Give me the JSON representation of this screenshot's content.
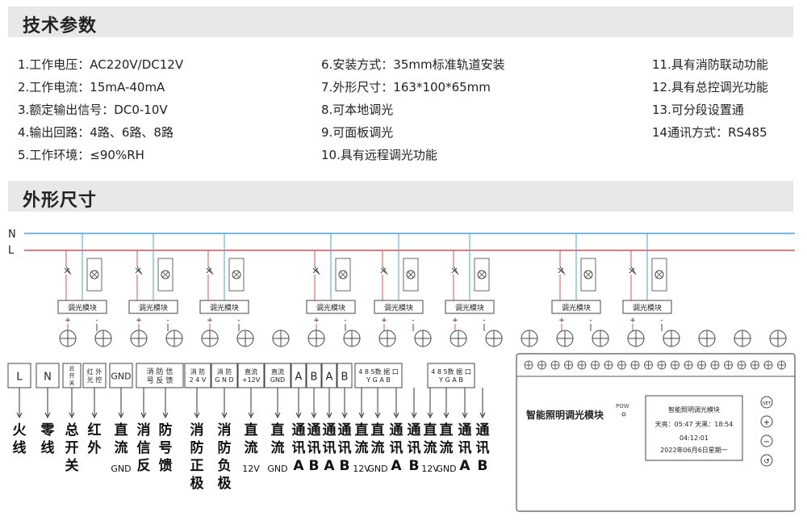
{
  "sections": {
    "specs_title": "技术参数",
    "dims_title": "外形尺寸"
  },
  "specs": {
    "col1": [
      "1.工作电压：AC220V/DC12V",
      "2.工作电流：15mA-40mA",
      "3.额定输出信号：DC0-10V",
      "4.输出回路：4路、6路、8路",
      "5.工作环境：≤90%RH"
    ],
    "col2": [
      "6.安装方式：35mm标准轨道安装",
      "7.外形尺寸：163*100*65mm",
      "8.可本地调光",
      "9.可面板调光",
      "10.具有远程调光功能"
    ],
    "col3": [
      "11.具有消防联动功能",
      "12.具有总控调光功能",
      "13.可分段设置通",
      "14通讯方式：RS485"
    ]
  },
  "diagram": {
    "line_n": "N",
    "line_l": "L",
    "module_label": "调光模块",
    "plus": "+",
    "minus": "-",
    "terminals": [
      "L",
      "N",
      "总开关",
      "红外光控",
      "GND",
      "消防信号反馈",
      "消防24V",
      "消防GND",
      "直流+12V",
      "直流GND",
      "A",
      "B",
      "A",
      "B",
      "485数据口YGAB",
      "485数据口YGAB"
    ],
    "bottom_labels": [
      {
        "main": "火线",
        "sub": ""
      },
      {
        "main": "零线",
        "sub": ""
      },
      {
        "main": "总开关",
        "sub": ""
      },
      {
        "main": "红外",
        "sub": ""
      },
      {
        "main": "直流",
        "sub": "GND"
      },
      {
        "main": "消信反",
        "sub": ""
      },
      {
        "main": "防号馈",
        "sub": ""
      },
      {
        "main": "消防正极",
        "sub": ""
      },
      {
        "main": "消防负极",
        "sub": ""
      },
      {
        "main": "直流",
        "sub": "12V"
      },
      {
        "main": "直流",
        "sub": "GND"
      },
      {
        "main": "通讯A",
        "sub": ""
      },
      {
        "main": "通讯B",
        "sub": ""
      },
      {
        "main": "通讯A",
        "sub": ""
      },
      {
        "main": "通讯B",
        "sub": ""
      },
      {
        "main": "直流",
        "sub": "12V"
      },
      {
        "main": "直流",
        "sub": "GND"
      },
      {
        "main": "通讯A",
        "sub": ""
      },
      {
        "main": "通讯B",
        "sub": ""
      },
      {
        "main": "直流",
        "sub": "12V"
      },
      {
        "main": "直流",
        "sub": "GND"
      },
      {
        "main": "通讯A",
        "sub": ""
      },
      {
        "main": "通讯B",
        "sub": ""
      }
    ]
  },
  "device": {
    "name": "智能照明调光模块",
    "pow": "POW",
    "screen_title": "智能照明调光模块",
    "sunrise_sunset": "天亮：05:47  天黑：18:54",
    "time": "04:12:01",
    "date": "2022年06月6日星期一",
    "btn_set": "SET",
    "btn_plus": "+",
    "btn_minus": "−",
    "btn_back": "↺"
  }
}
